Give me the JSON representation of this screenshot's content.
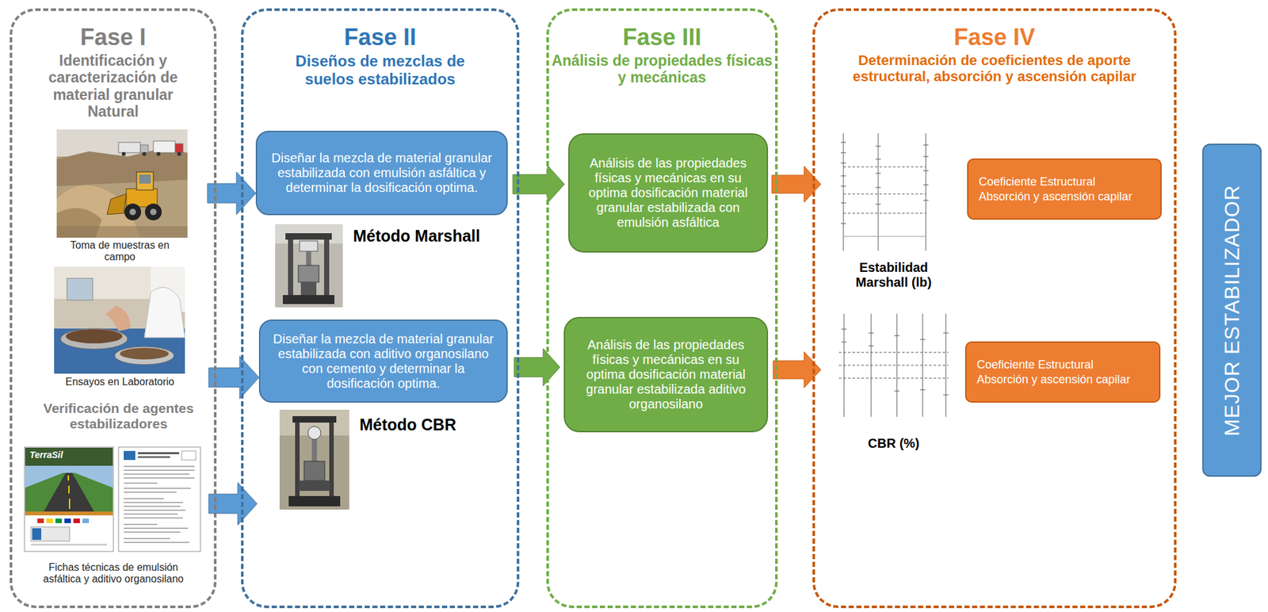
{
  "diagram": {
    "nodes": [
      {
        "text": [
          "Fase I",
          "Identificación y caracterización de material granular Natural"
        ]
      },
      {
        "text": [
          "Fase II",
          "Diseños de mezclas de suelos estabilizados"
        ]
      },
      {
        "text": [
          "Diseñar la mezcla de material granular estabilizada con emulsión asfáltica y determinar la dosificación optima."
        ],
        "in": 1
      },
      {
        "text": [
          "Diseñar la mezcla de material granular estabilizada con aditivo organosilano con cemento y determinar la dosificación optima."
        ],
        "in": 1
      },
      {
        "text": [
          "Fase III",
          "Análisis de propiedades físicas y mecánicas"
        ]
      },
      {
        "text": [
          "Análisis de las propiedades físicas y mecánicas en su optima dosificación material granular estabilizada con emulsión asfáltica"
        ],
        "in": 4
      },
      {
        "text": [
          "Análisis de las propiedades físicas y mecánicas en su optima dosificación material granular estabilizada aditivo organosilano"
        ],
        "in": 4
      },
      {
        "text": [
          "Fase IV",
          "Determinación de coeficientes de aporte estructural, absorción y ascensión capilar"
        ]
      },
      {
        "text": [
          "Coeficiente Estructural",
          "Absorción y ascensión capilar"
        ],
        "in": 7
      },
      {
        "text": [
          "Coeficiente Estructural",
          "Absorción y ascensión capilar"
        ],
        "in": 7
      },
      {
        "text": [
          "MEJOR ESTABILIZADOR"
        ]
      }
    ],
    "edges": [
      {
        "from": 0,
        "to": 2,
        "arrow": "to"
      },
      {
        "from": 0,
        "to": 3,
        "arrow": "to"
      },
      {
        "from": 0,
        "to": 1,
        "arrow": "to"
      },
      {
        "from": 2,
        "to": 5,
        "arrow": "to"
      },
      {
        "from": 3,
        "to": 6,
        "arrow": "to"
      },
      {
        "from": 5,
        "to": 7,
        "arrow": "to"
      },
      {
        "from": 6,
        "to": 7,
        "arrow": "to"
      }
    ],
    "labels": [
      "Toma de muestras en campo",
      "Ensayos en Laboratorio",
      "Verificación de agentes estabilizadores",
      "Fichas técnicas de emulsión asfáltica y aditivo organosilano",
      "Método Marshall",
      "Método CBR",
      "Estabilidad Marshall (lb)",
      "CBR (%)",
      "TerraSil"
    ]
  }
}
